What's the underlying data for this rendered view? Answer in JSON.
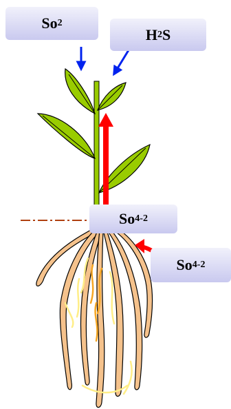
{
  "labels": {
    "so2": {
      "main": "So",
      "sub": "2"
    },
    "h2s": {
      "main1": "H",
      "sub": "2",
      "main2": "S"
    },
    "sulfate_root": {
      "main": "So",
      "sub": "4",
      "sup": "-2"
    },
    "sulfate_soil": {
      "main": "So",
      "sub": "4",
      "sup": "-2"
    }
  },
  "colors": {
    "leaf": "#99cc00",
    "stem": "#99cc00",
    "root": "#f5c28c",
    "root_hair_orange": "#f5a623",
    "root_hair_yellow": "#ffee88",
    "blue_arrow": "#0022ee",
    "red_arrow": "#ff0000",
    "soil_line": "#b04010",
    "label_box_top": "#f1f1fb",
    "label_box_bottom": "#c9c9ef"
  },
  "icons": [
    "plant-illustration",
    "leaf-icon",
    "root-icon",
    "arrow-icon"
  ]
}
